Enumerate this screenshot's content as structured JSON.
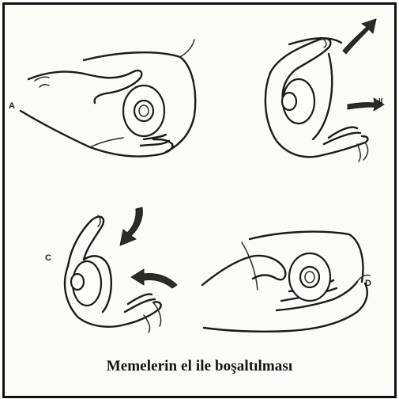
{
  "figure": {
    "caption": "Memelerin el ile boşaltılması",
    "panels": [
      {
        "letter": "A"
      },
      {
        "letter": "II"
      },
      {
        "letter": "C"
      },
      {
        "letter": "D"
      }
    ]
  }
}
